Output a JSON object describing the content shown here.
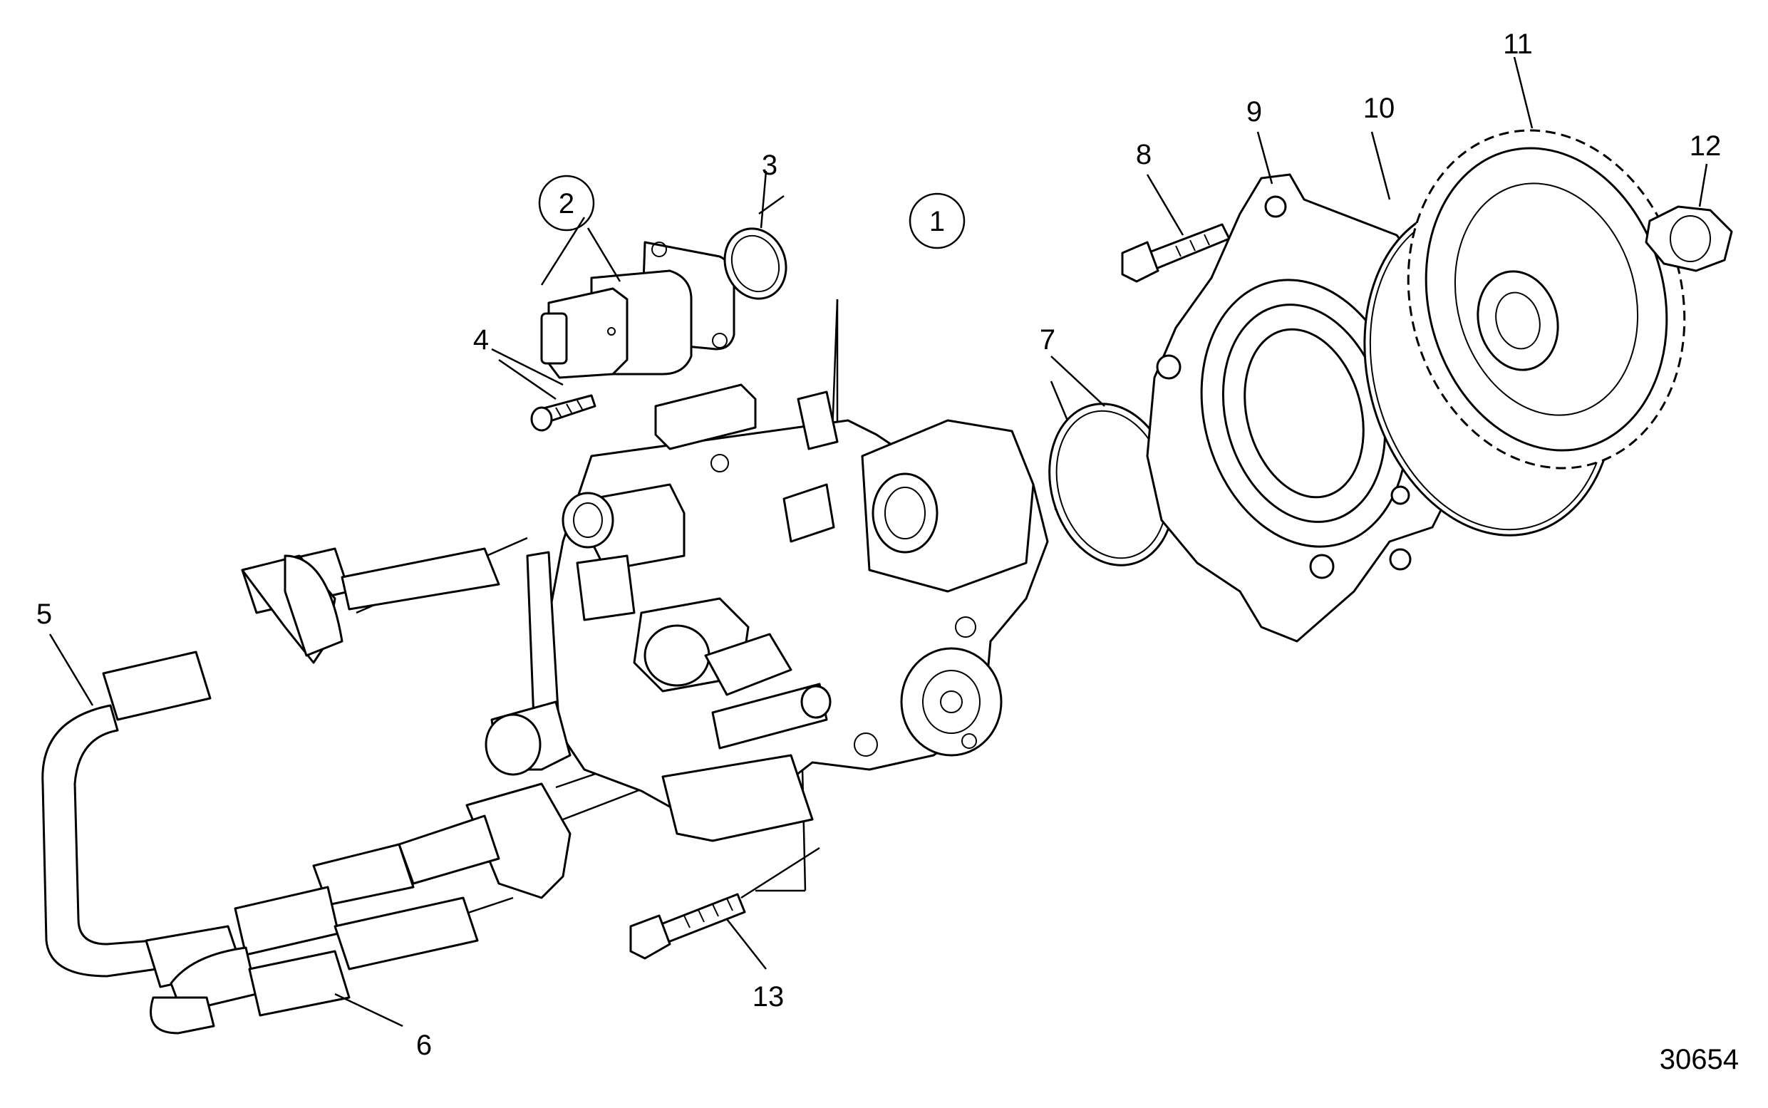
{
  "figure": {
    "reference_number": "30654",
    "callouts": [
      {
        "id": "1",
        "circled": true
      },
      {
        "id": "2",
        "circled": true
      },
      {
        "id": "3",
        "circled": false
      },
      {
        "id": "4",
        "circled": false
      },
      {
        "id": "5",
        "circled": false
      },
      {
        "id": "6",
        "circled": false
      },
      {
        "id": "7",
        "circled": false
      },
      {
        "id": "8",
        "circled": false
      },
      {
        "id": "9",
        "circled": false
      },
      {
        "id": "10",
        "circled": false
      },
      {
        "id": "11",
        "circled": false
      },
      {
        "id": "12",
        "circled": false
      },
      {
        "id": "13",
        "circled": false
      }
    ]
  }
}
